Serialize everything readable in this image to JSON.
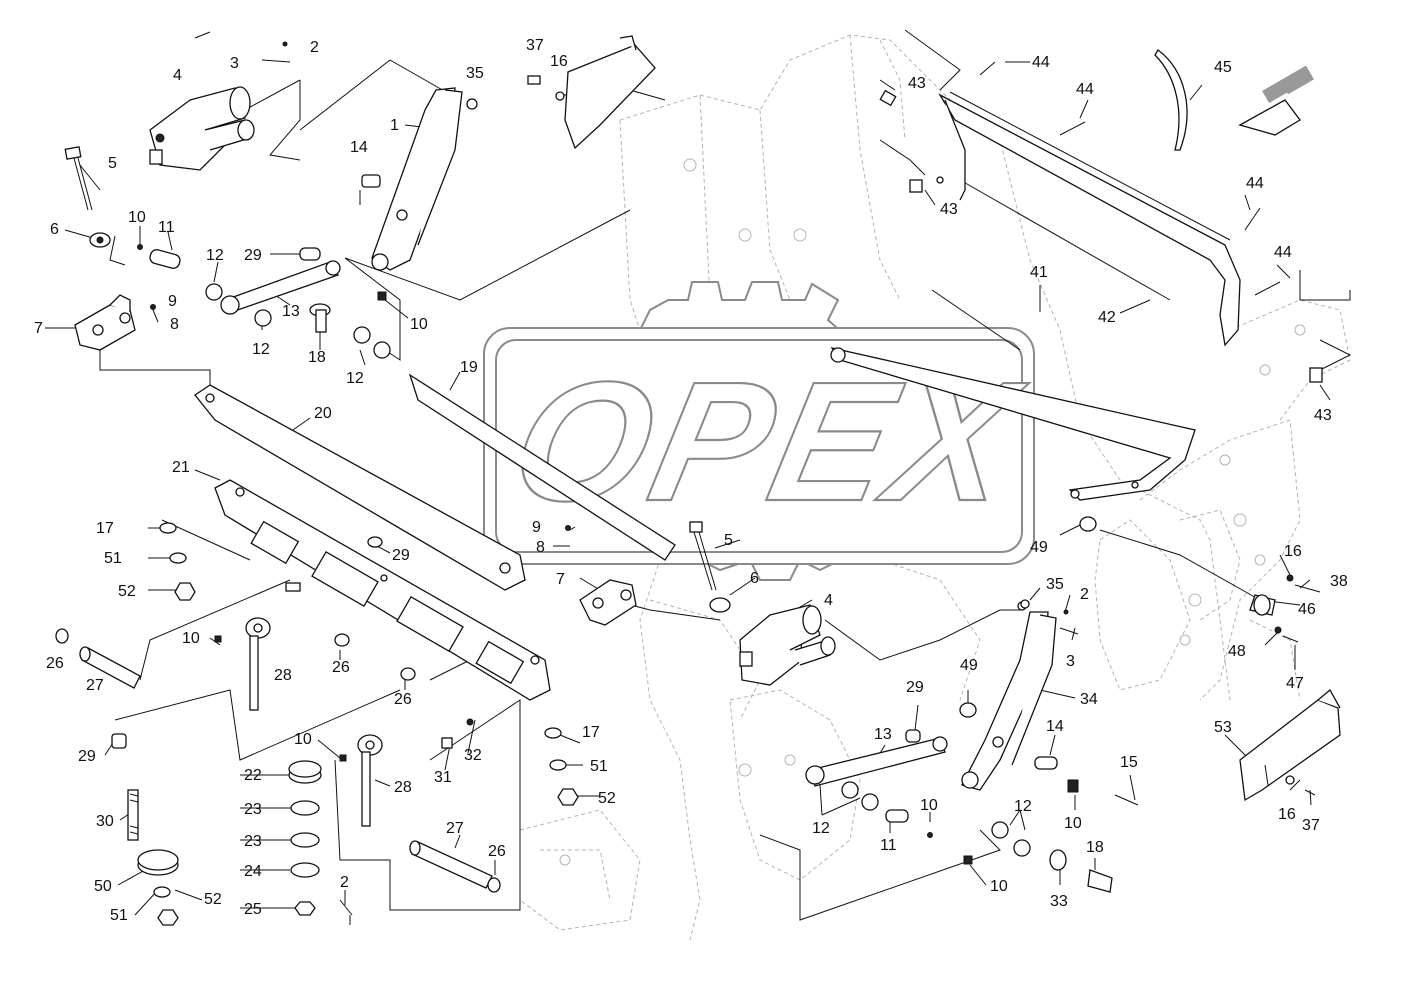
{
  "watermark": {
    "text": "OPEX"
  },
  "callouts": [
    {
      "id": "c1",
      "text": "1"
    },
    {
      "id": "c2a",
      "text": "2"
    },
    {
      "id": "c3a",
      "text": "3"
    },
    {
      "id": "c4a",
      "text": "4"
    },
    {
      "id": "c5a",
      "text": "5"
    },
    {
      "id": "c6a",
      "text": "6"
    },
    {
      "id": "c7a",
      "text": "7"
    },
    {
      "id": "c8a",
      "text": "8"
    },
    {
      "id": "c9a",
      "text": "9"
    },
    {
      "id": "c10a",
      "text": "10"
    },
    {
      "id": "c11a",
      "text": "11"
    },
    {
      "id": "c12a",
      "text": "12"
    },
    {
      "id": "c12b",
      "text": "12"
    },
    {
      "id": "c13a",
      "text": "13"
    },
    {
      "id": "c14a",
      "text": "14"
    },
    {
      "id": "c29a",
      "text": "29"
    },
    {
      "id": "c10b",
      "text": "10"
    },
    {
      "id": "c18a",
      "text": "18"
    },
    {
      "id": "c12c",
      "text": "12"
    },
    {
      "id": "c35a",
      "text": "35"
    },
    {
      "id": "c37a",
      "text": "37"
    },
    {
      "id": "c16a",
      "text": "16"
    },
    {
      "id": "c43a",
      "text": "43"
    },
    {
      "id": "c43b",
      "text": "43"
    },
    {
      "id": "c44a",
      "text": "44"
    },
    {
      "id": "c44b",
      "text": "44"
    },
    {
      "id": "c44c",
      "text": "44"
    },
    {
      "id": "c44d",
      "text": "44"
    },
    {
      "id": "c45",
      "text": "45"
    },
    {
      "id": "c41",
      "text": "41"
    },
    {
      "id": "c42",
      "text": "42"
    },
    {
      "id": "c43c",
      "text": "43"
    },
    {
      "id": "c19",
      "text": "19"
    },
    {
      "id": "c20",
      "text": "20"
    },
    {
      "id": "c21",
      "text": "21"
    },
    {
      "id": "c29b",
      "text": "29"
    },
    {
      "id": "c17a",
      "text": "17"
    },
    {
      "id": "c51a",
      "text": "51"
    },
    {
      "id": "c52a",
      "text": "52"
    },
    {
      "id": "c9b",
      "text": "9"
    },
    {
      "id": "c8b",
      "text": "8"
    },
    {
      "id": "c5b",
      "text": "5"
    },
    {
      "id": "c6b",
      "text": "6"
    },
    {
      "id": "c7b",
      "text": "7"
    },
    {
      "id": "c4b",
      "text": "4"
    },
    {
      "id": "c10c",
      "text": "10"
    },
    {
      "id": "c26a",
      "text": "26"
    },
    {
      "id": "c27a",
      "text": "27"
    },
    {
      "id": "c28a",
      "text": "28"
    },
    {
      "id": "c26b",
      "text": "26"
    },
    {
      "id": "c26c",
      "text": "26"
    },
    {
      "id": "c49a",
      "text": "49"
    },
    {
      "id": "c16b",
      "text": "16"
    },
    {
      "id": "c38",
      "text": "38"
    },
    {
      "id": "c46",
      "text": "46"
    },
    {
      "id": "c35b",
      "text": "35"
    },
    {
      "id": "c2b",
      "text": "2"
    },
    {
      "id": "c3b",
      "text": "3"
    },
    {
      "id": "c48",
      "text": "48"
    },
    {
      "id": "c47",
      "text": "47"
    },
    {
      "id": "c49b",
      "text": "49"
    },
    {
      "id": "c34",
      "text": "34"
    },
    {
      "id": "c29c",
      "text": "29"
    },
    {
      "id": "c14b",
      "text": "14"
    },
    {
      "id": "c13b",
      "text": "13"
    },
    {
      "id": "c53",
      "text": "53"
    },
    {
      "id": "c15",
      "text": "15"
    },
    {
      "id": "c10d",
      "text": "10"
    },
    {
      "id": "c12d",
      "text": "12"
    },
    {
      "id": "c10e",
      "text": "10"
    },
    {
      "id": "c11b",
      "text": "11"
    },
    {
      "id": "c12e",
      "text": "12"
    },
    {
      "id": "c16c",
      "text": "16"
    },
    {
      "id": "c37b",
      "text": "37"
    },
    {
      "id": "c10f",
      "text": "10"
    },
    {
      "id": "c18b",
      "text": "18"
    },
    {
      "id": "c33",
      "text": "33"
    },
    {
      "id": "c17b",
      "text": "17"
    },
    {
      "id": "c51b",
      "text": "51"
    },
    {
      "id": "c52b",
      "text": "52"
    },
    {
      "id": "c31",
      "text": "31"
    },
    {
      "id": "c32",
      "text": "32"
    },
    {
      "id": "c10g",
      "text": "10"
    },
    {
      "id": "c28b",
      "text": "28"
    },
    {
      "id": "c22",
      "text": "22"
    },
    {
      "id": "c23a",
      "text": "23"
    },
    {
      "id": "c23b",
      "text": "23"
    },
    {
      "id": "c24",
      "text": "24"
    },
    {
      "id": "c25",
      "text": "25"
    },
    {
      "id": "c2c",
      "text": "2"
    },
    {
      "id": "c27b",
      "text": "27"
    },
    {
      "id": "c26d",
      "text": "26"
    },
    {
      "id": "c29d",
      "text": "29"
    },
    {
      "id": "c30",
      "text": "30"
    },
    {
      "id": "c50",
      "text": "50"
    },
    {
      "id": "c51c",
      "text": "51"
    },
    {
      "id": "c52c",
      "text": "52"
    }
  ]
}
